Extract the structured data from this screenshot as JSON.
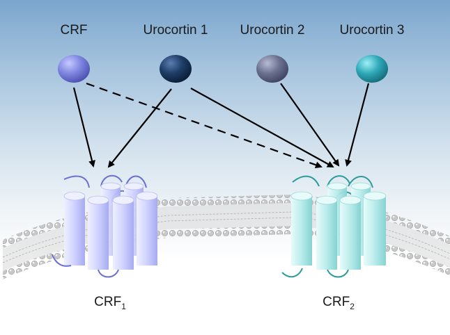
{
  "ligands": [
    {
      "label": "CRF",
      "color": "#7f86e0"
    },
    {
      "label": "Urocortin 1",
      "color": "#1d3d66"
    },
    {
      "label": "Urocortin 2",
      "color": "#6b7290"
    },
    {
      "label": "Urocortin 3",
      "color": "#2fa9b9"
    }
  ],
  "receptors": [
    {
      "name": "CRF",
      "subscript": "1",
      "color": "#d3d5ff"
    },
    {
      "name": "CRF",
      "subscript": "2",
      "color": "#bdeeed"
    }
  ]
}
